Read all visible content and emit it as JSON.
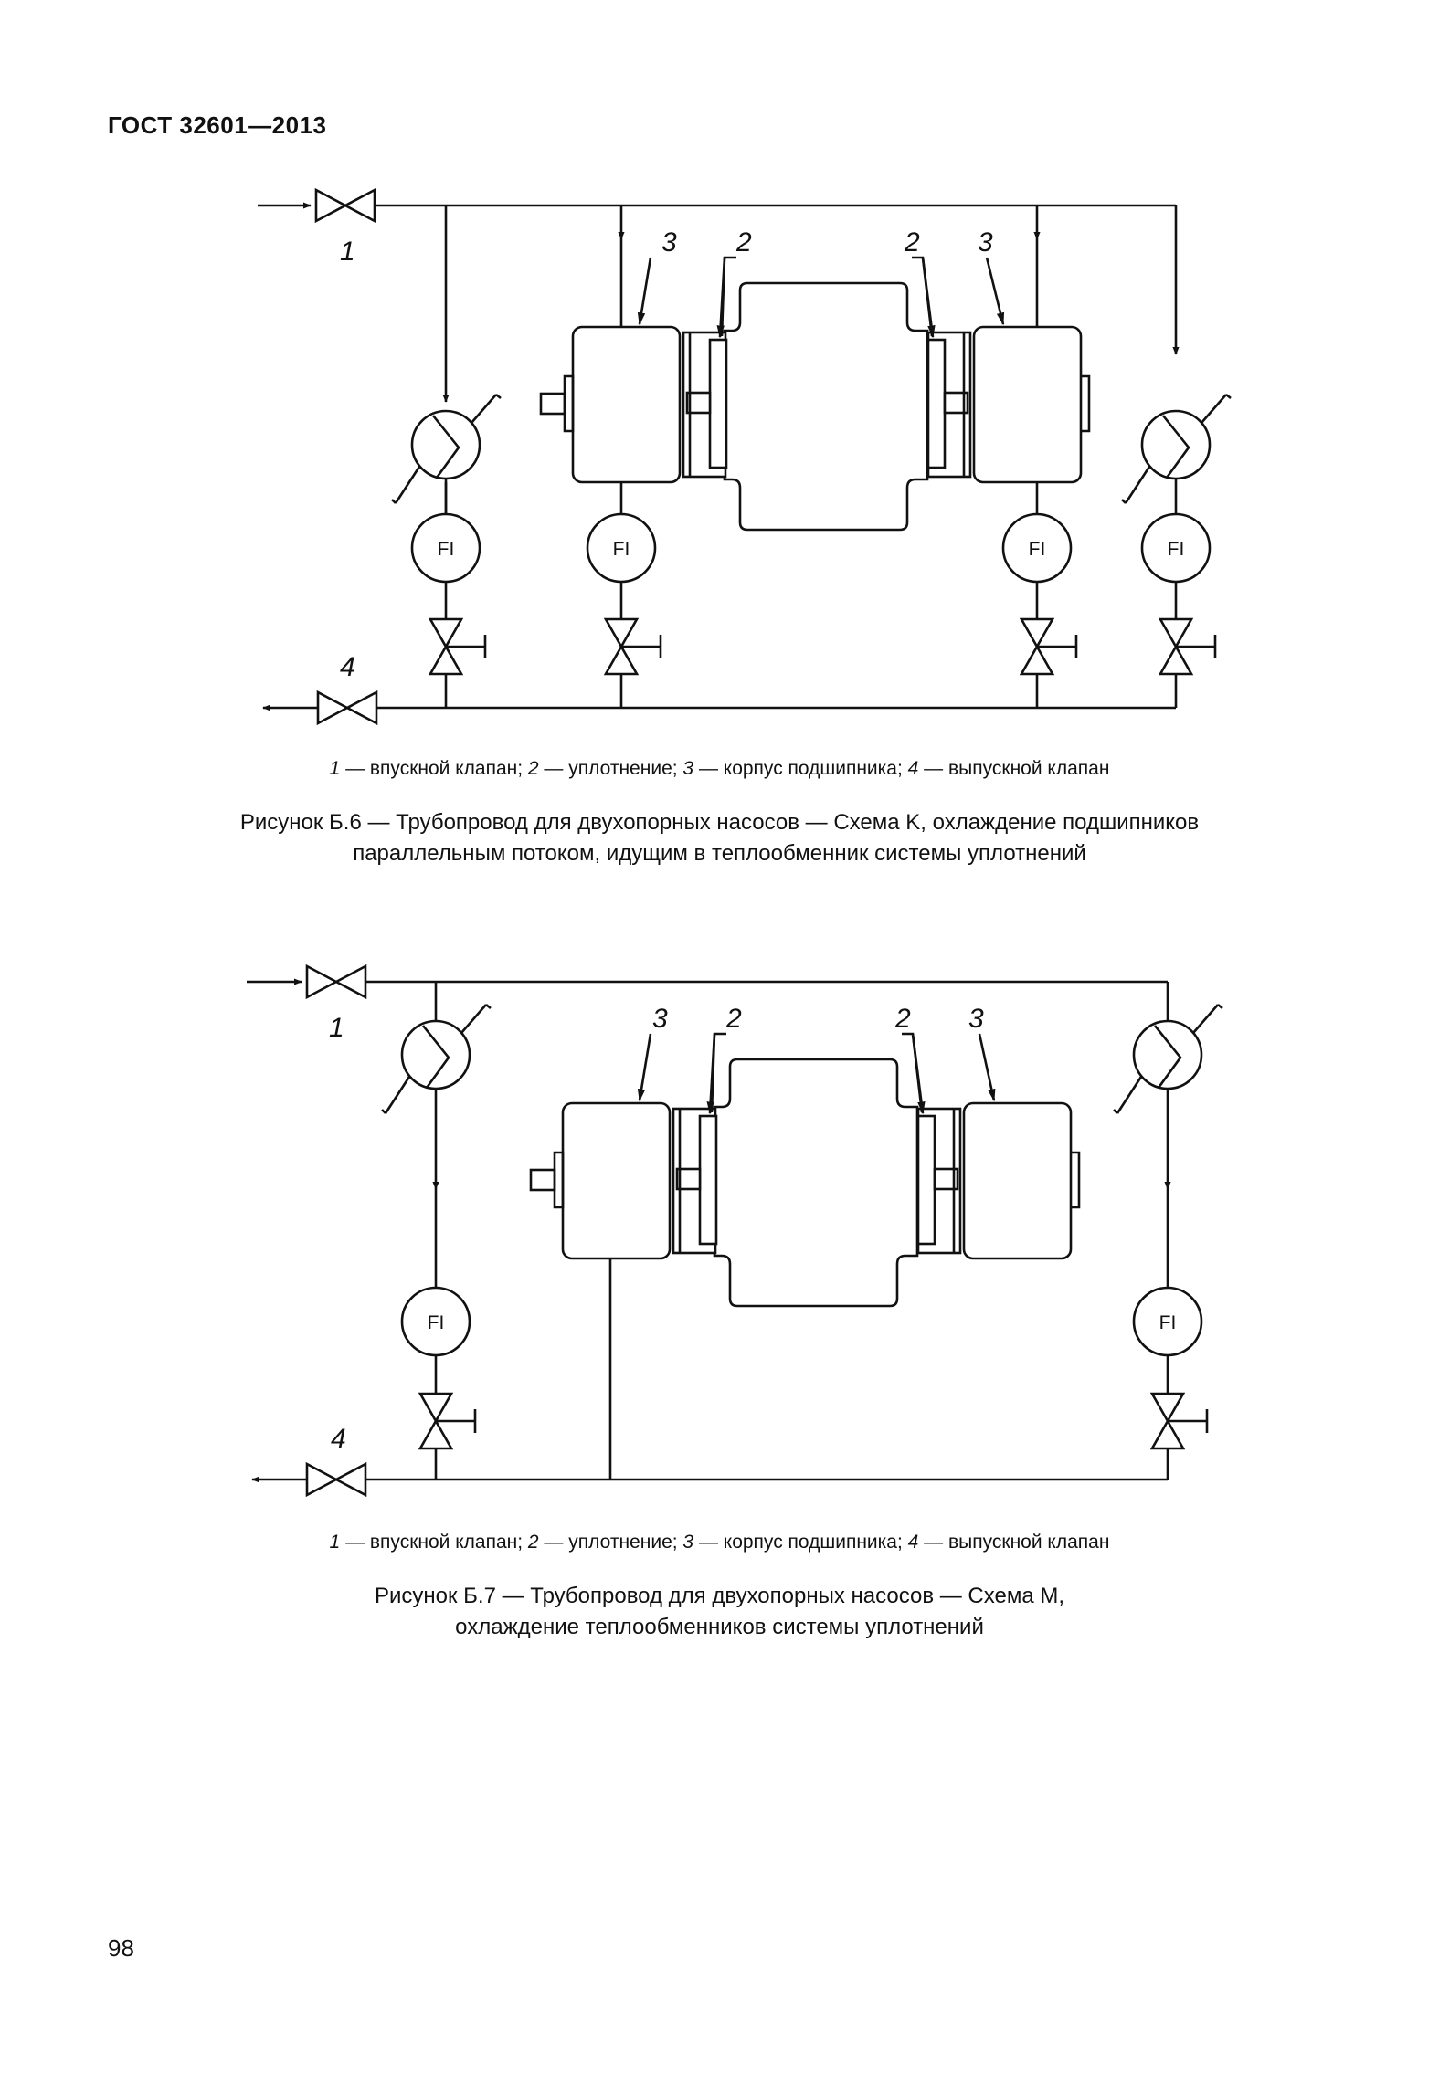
{
  "header": {
    "standard": "ГОСТ 32601—2013"
  },
  "figure6": {
    "callouts": {
      "inlet": "1",
      "outlet": "4",
      "seal_left": "2",
      "seal_right": "2",
      "housing_left": "3",
      "housing_right": "3"
    },
    "instruments": [
      "FI",
      "FI",
      "FI",
      "FI"
    ],
    "legend": [
      {
        "num": "1",
        "text": " — впускной клапан; "
      },
      {
        "num": "2",
        "text": " — уплотнение; "
      },
      {
        "num": "3",
        "text": " — корпус подшипника; "
      },
      {
        "num": "4",
        "text": " — выпускной клапан"
      }
    ],
    "caption_line1": "Рисунок Б.6 — Трубопровод для двухопорных насосов — Схема K, охлаждение подшипников",
    "caption_line2": "параллельным потоком, идущим в теплообменник системы уплотнений"
  },
  "figure7": {
    "callouts": {
      "inlet": "1",
      "outlet": "4",
      "seal_left": "2",
      "seal_right": "2",
      "housing_left": "3",
      "housing_right": "3"
    },
    "instruments": [
      "FI",
      "FI"
    ],
    "legend": [
      {
        "num": "1",
        "text": " — впускной клапан; "
      },
      {
        "num": "2",
        "text": " — уплотнение; "
      },
      {
        "num": "3",
        "text": " — корпус подшипника; "
      },
      {
        "num": "4",
        "text": " — выпускной клапан"
      }
    ],
    "caption_line1": "Рисунок Б.7 — Трубопровод для двухопорных насосов — Схема М,",
    "caption_line2": "охлаждение теплообменников системы уплотнений"
  },
  "page_number": "98"
}
